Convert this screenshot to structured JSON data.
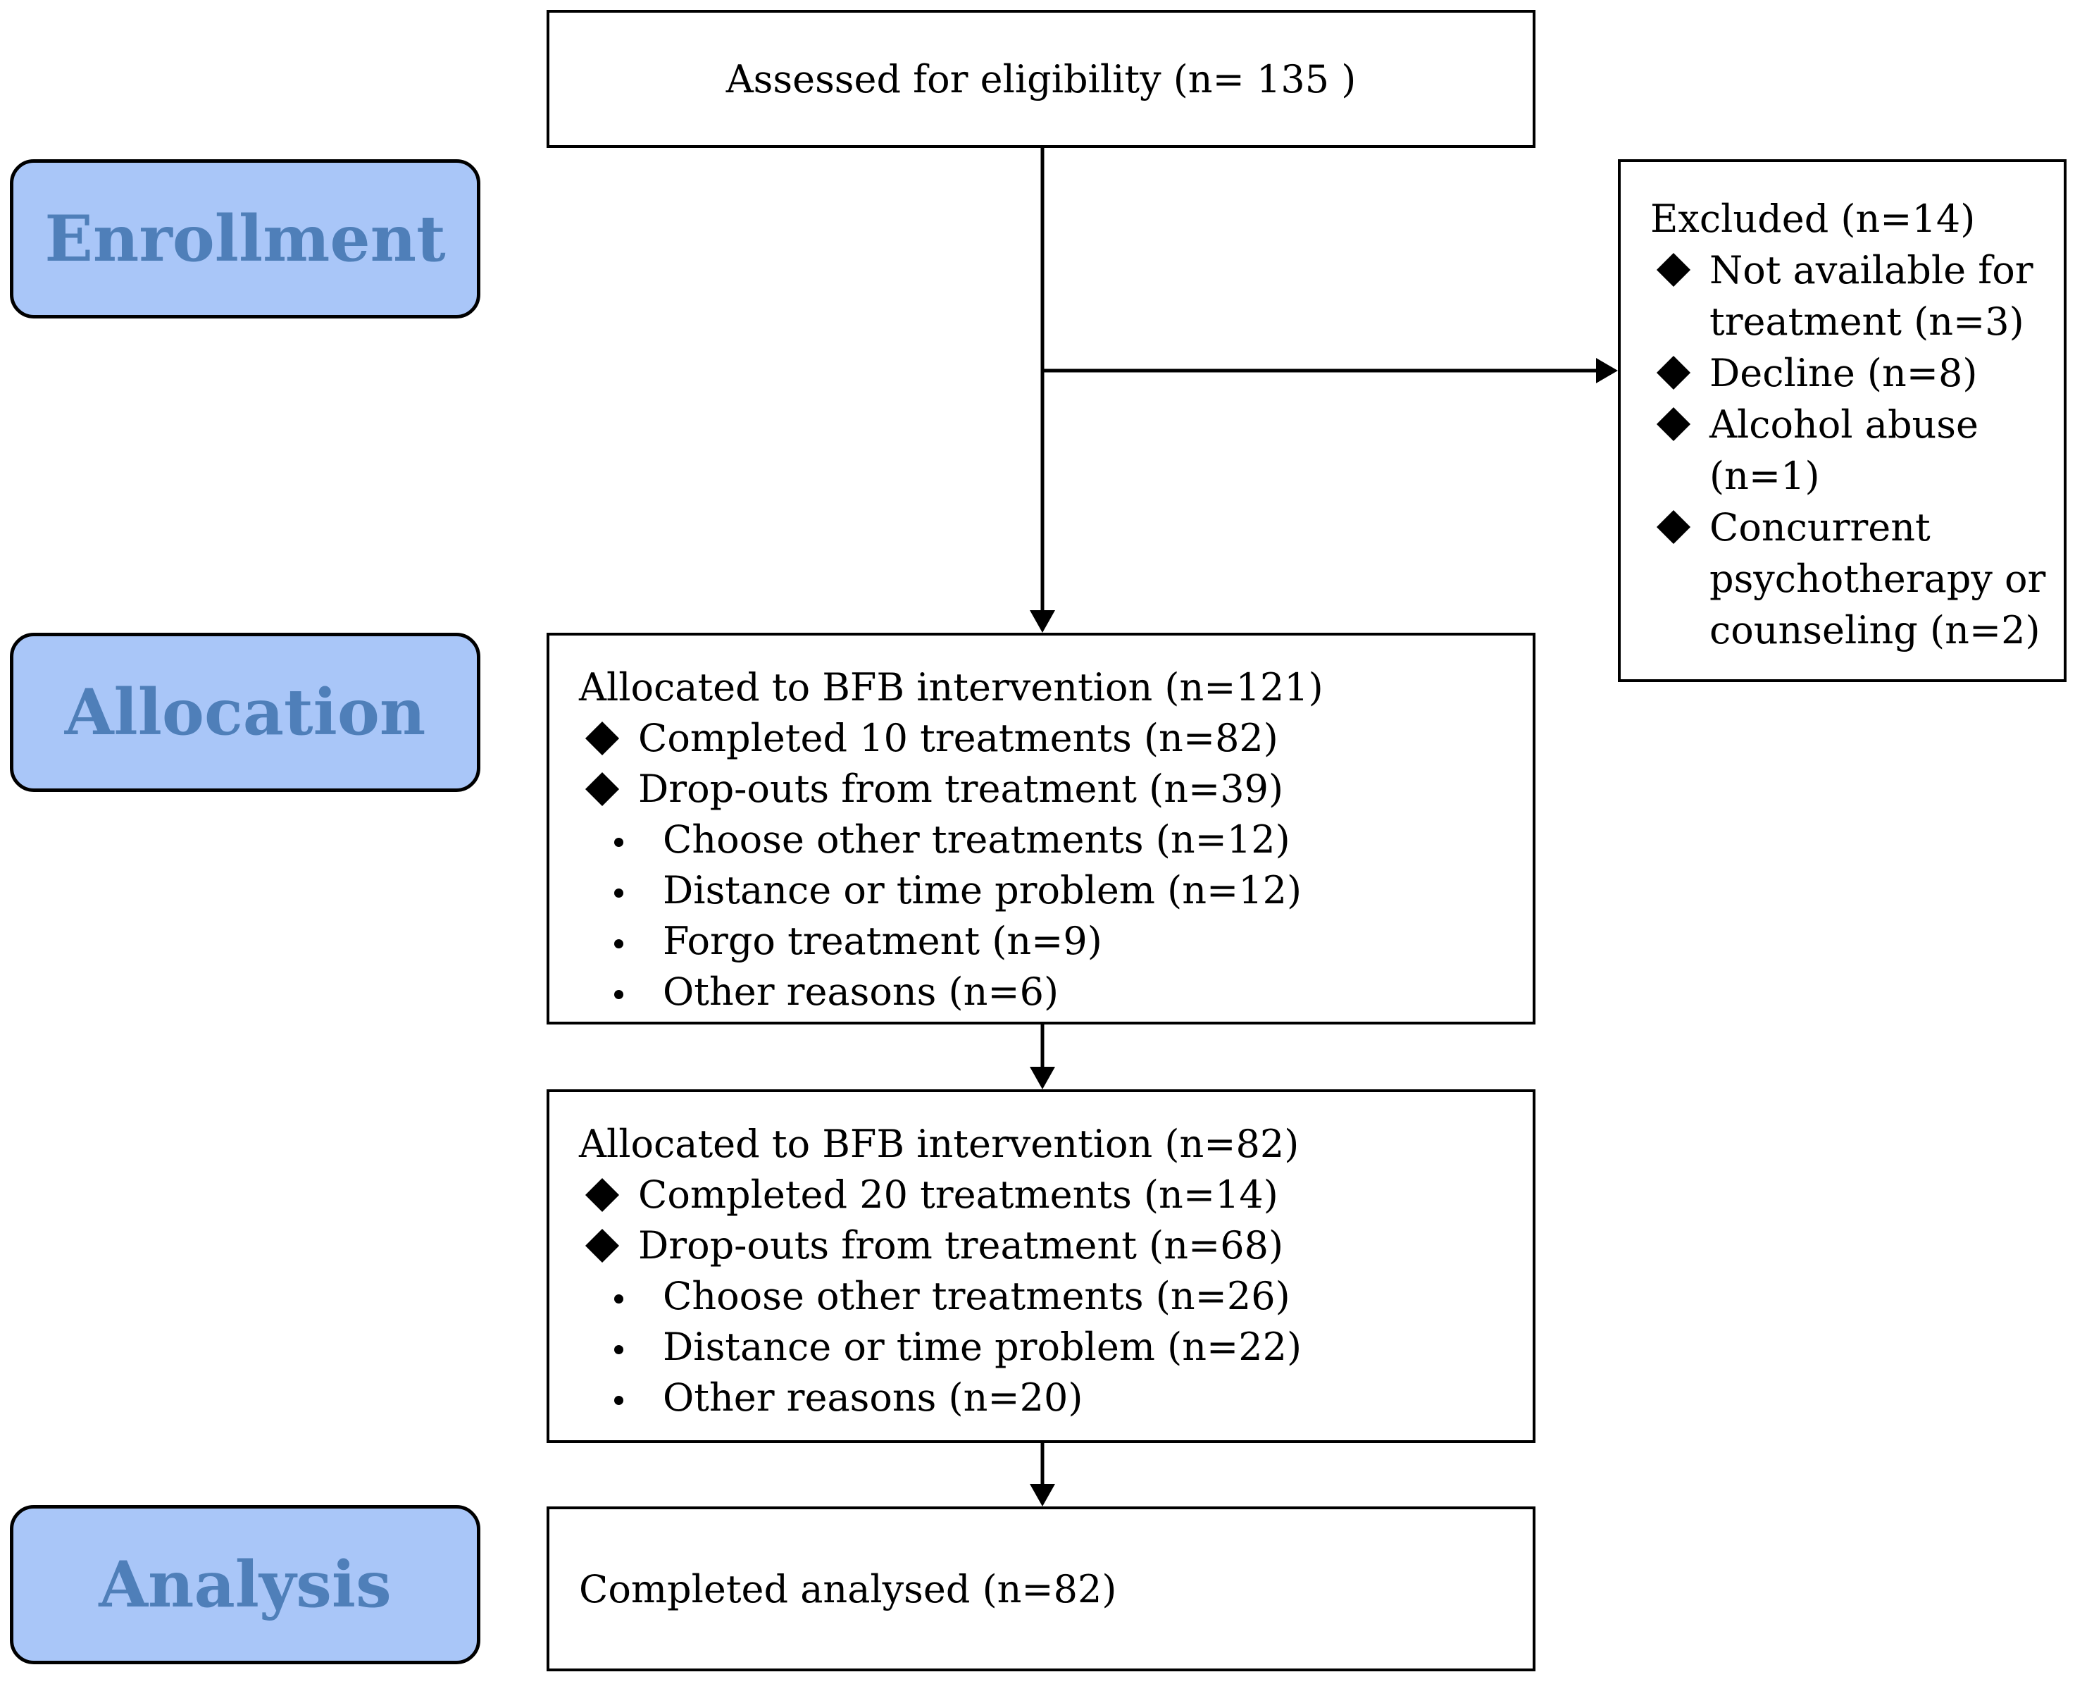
{
  "stages": {
    "enrollment": "Enrollment",
    "allocation": "Allocation",
    "analysis": "Analysis"
  },
  "eligibility": {
    "text": "Assessed for eligibility (n= 135 )"
  },
  "excluded": {
    "title": "Excluded  (n=14)",
    "items": [
      [
        "Not available for",
        "treatment (n=3)"
      ],
      [
        "Decline (n=8)"
      ],
      [
        "Alcohol abuse",
        "(n=1)"
      ],
      [
        "Concurrent",
        "psychotherapy or",
        "counseling (n=2)"
      ]
    ]
  },
  "allocation1": {
    "title": "Allocated to BFB intervention (n=121)",
    "completed": "Completed 10 treatments (n=82)",
    "dropouts": "Drop-outs from treatment (n=39)",
    "reasons": [
      "Choose other treatments (n=12)",
      "Distance or time problem (n=12)",
      "Forgo treatment (n=9)",
      "Other reasons (n=6)"
    ]
  },
  "allocation2": {
    "title": "Allocated to BFB intervention (n=82)",
    "completed": "Completed 20 treatments (n=14)",
    "dropouts": "Drop-outs from treatment (n=68)",
    "reasons": [
      "Choose other treatments (n=26)",
      "Distance or time problem (n=22)",
      "Other reasons (n=20)"
    ]
  },
  "analysis": {
    "text": "Completed analysed  (n=82)"
  }
}
